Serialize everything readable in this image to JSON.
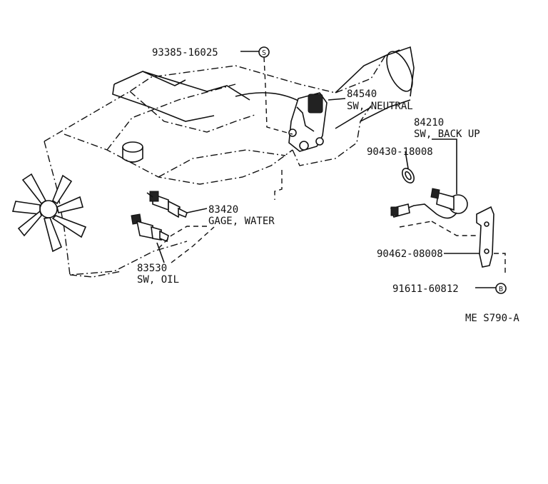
{
  "diagram": {
    "code": "ME S790-A",
    "callouts": [
      {
        "part_no": "93385-16025",
        "desc": ""
      },
      {
        "part_no": "84540",
        "desc": "SW, NEUTRAL"
      },
      {
        "part_no": "84210",
        "desc": "SW, BACK UP"
      },
      {
        "part_no": "90430-18008",
        "desc": ""
      },
      {
        "part_no": "83420",
        "desc": "GAGE, WATER"
      },
      {
        "part_no": "83530",
        "desc": "SW, OIL"
      },
      {
        "part_no": "90462-08008",
        "desc": ""
      },
      {
        "part_no": "91611-60812",
        "desc": ""
      }
    ],
    "markers": [
      "S",
      "B"
    ]
  }
}
